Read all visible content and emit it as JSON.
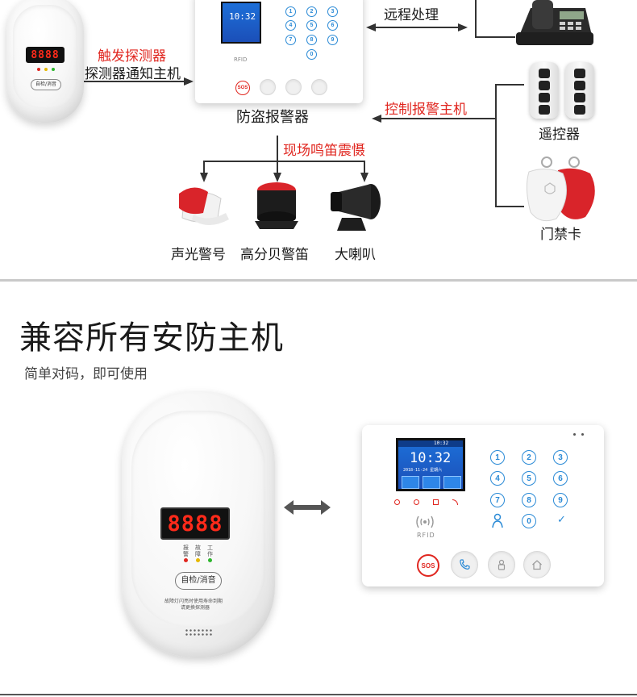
{
  "diagram": {
    "remote_label": "远程处理",
    "trigger_label": "触发探测器",
    "notify_label": "探测器通知主机",
    "alarm_label": "防盗报警器",
    "control_label": "控制报警主机",
    "siren_label": "现场鸣笛震慑",
    "remote_control_label": "遥控器",
    "access_card_label": "门禁卡",
    "strobe_label": "声光警号",
    "whistle_label": "高分贝警笛",
    "speaker_label": "大喇叭",
    "sos_text": "SOS",
    "rfid_text": "RFID",
    "detector_display": "8888",
    "detector_button": "自检/消音"
  },
  "section": {
    "title": "兼容所有安防主机",
    "subtitle": "简单对码，即可使用"
  },
  "detector": {
    "display": "8888",
    "indicators": [
      "报警",
      "故障",
      "工作"
    ],
    "button_label": "自检/消音",
    "notice_line1": "故障灯闪亮时使用寿命到期",
    "notice_line2": "请更换探测器"
  },
  "panel": {
    "time": "10:32",
    "date": "2018-11-24 星期六",
    "status": "10:32",
    "keys": [
      "1",
      "2",
      "3",
      "4",
      "5",
      "6",
      "7",
      "8",
      "9",
      "0",
      "✓"
    ],
    "rfid_text": "RFID",
    "sos_text": "SOS"
  },
  "colors": {
    "accent_red": "#e0261f",
    "key_blue": "#2a8ad6",
    "line_dark": "#333333"
  }
}
